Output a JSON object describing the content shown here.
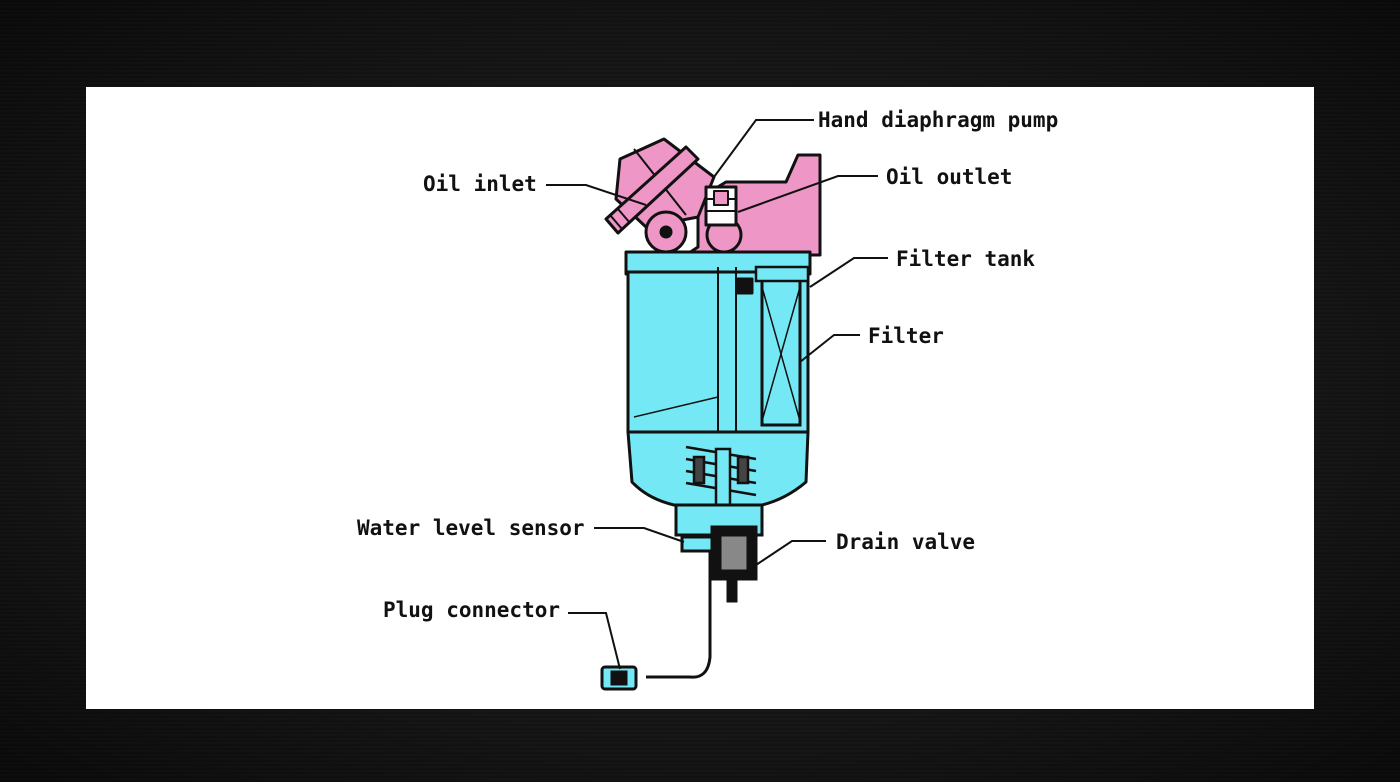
{
  "colors": {
    "pump_pink": "#ee96c6",
    "tank_cyan": "#74e8f4",
    "outline": "#111111",
    "background": "#141414",
    "panel": "#ffffff"
  },
  "labels": {
    "hand_pump": "Hand diaphragm pump",
    "oil_inlet": "Oil inlet",
    "oil_outlet": "Oil outlet",
    "filter_tank": "Filter tank",
    "filter": "Filter",
    "water_sensor": "Water level sensor",
    "drain_valve": "Drain valve",
    "plug_connector": "Plug connector"
  }
}
